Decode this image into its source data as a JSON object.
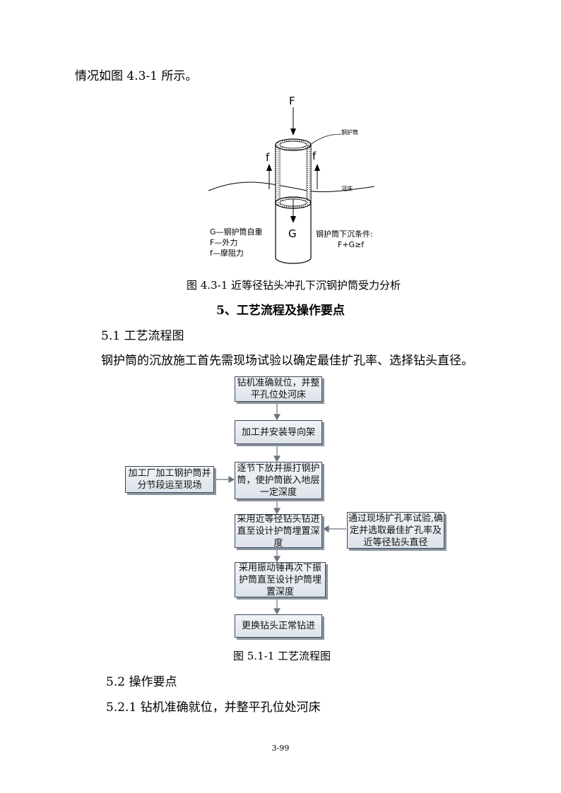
{
  "intro_text": "情况如图 4.3-1 所示。",
  "figure1": {
    "force_F": "F",
    "force_f_left": "f",
    "force_f_right": "f",
    "force_G": "G",
    "label_casing": "钢护筒",
    "label_riverbed": "河床",
    "legend": [
      "G—钢护筒自重",
      "F—外力",
      "f—摩阻力"
    ],
    "condition_title": "钢护筒下沉条件:",
    "condition_formula": "F+G≥f",
    "caption": "图 4.3-1 近等径钻头冲孔下沉钢护筒受力分析"
  },
  "section5_title": "5、工艺流程及操作要点",
  "section51_title": "5.1 工艺流程图",
  "section51_body": "钢护筒的沉放施工首先需现场试验以确定最佳扩孔率、选择钻头直径。",
  "flowchart": {
    "steps": [
      "钻机准确就位，并整平孔位处河床",
      "加工并安装导向架",
      "逐节下放并振打钢护筒，使护筒嵌入地层一定深度",
      "采用近等径钻头钻进直至设计护筒埋置深度",
      "采用振动锤再次下振护筒直至设计护筒埋置深度",
      "更换钻头正常钻进"
    ],
    "side_left": "加工厂加工钢护筒并分节段运至现场",
    "side_right": "通过现场扩孔率试验,确定并选取最佳扩孔率及近等径钻头直径",
    "caption": "图 5.1-1 工艺流程图"
  },
  "section52_title": "5.2  操作要点",
  "section521_title": "5.2.1 钻机准确就位，并整平孔位处河床",
  "page_number": "3-99"
}
